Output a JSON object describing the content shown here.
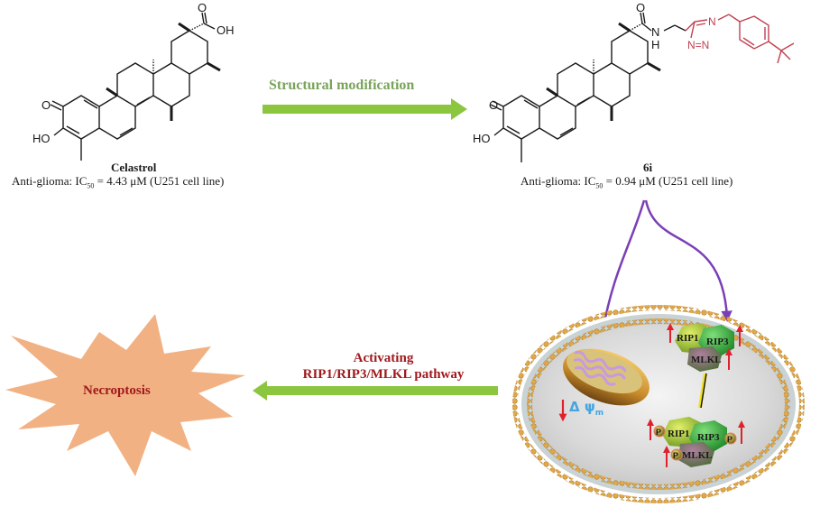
{
  "left_compound": {
    "name": "Celastrol",
    "activity_prefix": "Anti-glioma:  IC",
    "activity_sub": "50",
    "activity_value": " = 4.43 μM (U251 cell line)",
    "atoms": {
      "carbonyl_o": "O",
      "hydroxyl": "HO",
      "acid_oh": "OH",
      "acid_o": "O"
    }
  },
  "right_compound": {
    "name": "6i",
    "activity_prefix": "Anti-glioma: IC",
    "activity_sub": "50",
    "activity_value": " = 0.94 μM (U251 cell line)",
    "atoms": {
      "carbonyl_o": "O",
      "hydroxyl": "HO",
      "amide_o": "O",
      "amide_n": "N",
      "amide_h": "H",
      "triazole_n1": "N",
      "triazole_n23": "N=N"
    }
  },
  "top_arrow": {
    "label": "Structural modification",
    "direction": "right",
    "color": "#8cc63f"
  },
  "bottom_arrow": {
    "label_line1": "Activating",
    "label_line2": "RIP1/RIP3/MLKL pathway",
    "direction": "left",
    "color": "#8cc63f"
  },
  "necroptosis": {
    "label": "Necroptosis",
    "fill": "#f2b183"
  },
  "cell": {
    "mito_label_symbol": "Δ ψ",
    "mito_label_sub": "m",
    "complex_top": [
      "RIP1",
      "RIP3",
      "MLKL"
    ],
    "complex_bottom": [
      "RIP1",
      "RIP3",
      "MLKL"
    ],
    "phospho_label": "P"
  },
  "colors": {
    "accent_purple": "#7b3fb5",
    "up_arrow_red": "#e0202a",
    "triazole_red": "#c0404f",
    "text_red": "#a0191c"
  }
}
